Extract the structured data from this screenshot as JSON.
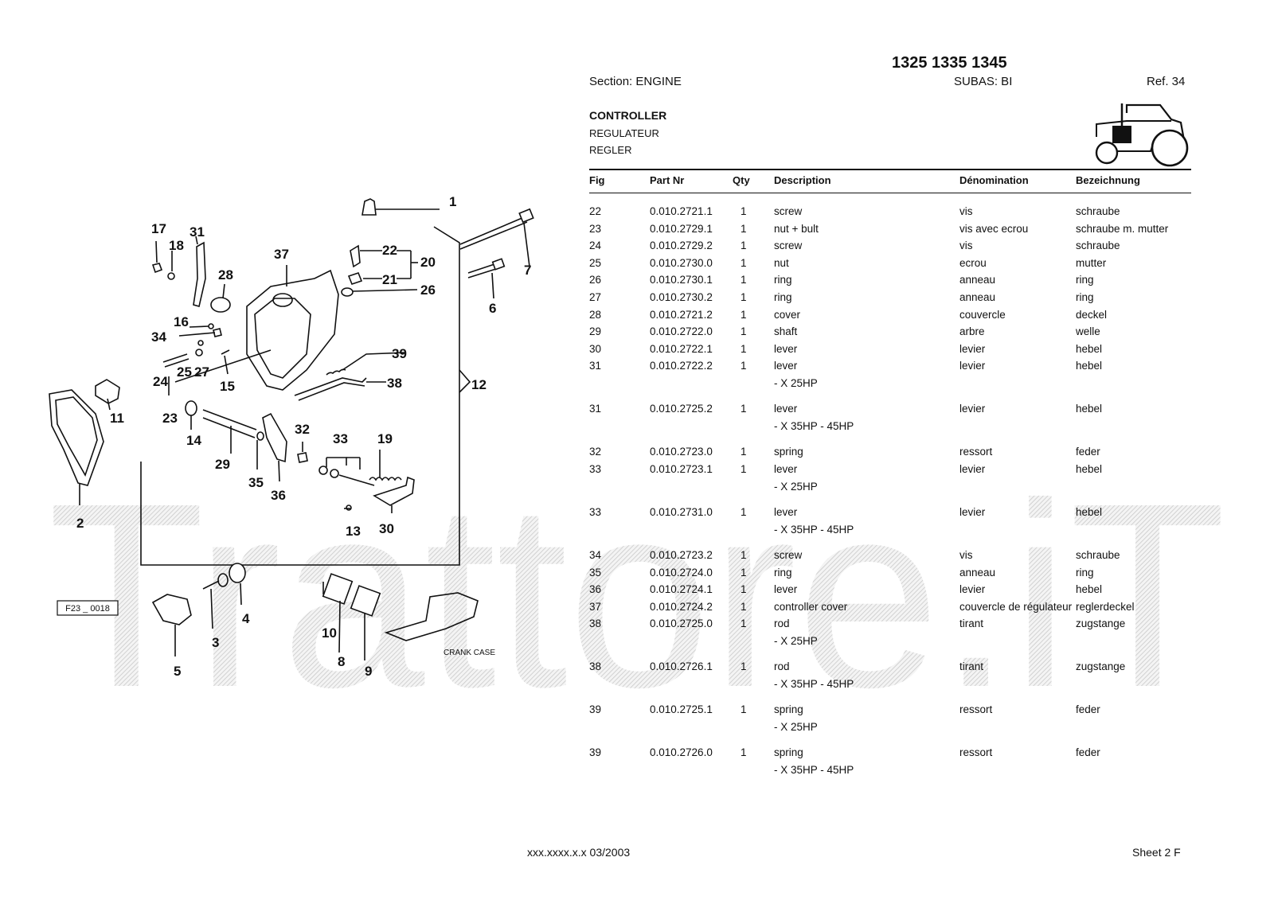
{
  "watermark_text": "Trattore.iT",
  "header": {
    "models": "1325 1335 1345",
    "section": "Section: ENGINE",
    "subas": "SUBAS: BI",
    "ref": "Ref. 34"
  },
  "title": {
    "en": "CONTROLLER",
    "fr": "REGULATEUR",
    "de": "REGLER"
  },
  "columns": {
    "fig": "Fig",
    "part": "Part Nr",
    "qty": "Qty",
    "desc": "Description",
    "denom": "Dénomination",
    "bez": "Bezeichnung"
  },
  "parts": [
    {
      "fig": "22",
      "part": "0.010.2721.1",
      "qty": "1",
      "desc": "screw",
      "denom": "vis",
      "bez": "schraube",
      "note": ""
    },
    {
      "fig": "23",
      "part": "0.010.2729.1",
      "qty": "1",
      "desc": "nut + bult",
      "denom": "vis avec ecrou",
      "bez": "schraube m. mutter",
      "note": ""
    },
    {
      "fig": "24",
      "part": "0.010.2729.2",
      "qty": "1",
      "desc": "screw",
      "denom": "vis",
      "bez": "schraube",
      "note": ""
    },
    {
      "fig": "25",
      "part": "0.010.2730.0",
      "qty": "1",
      "desc": "nut",
      "denom": "ecrou",
      "bez": "mutter",
      "note": ""
    },
    {
      "fig": "26",
      "part": "0.010.2730.1",
      "qty": "1",
      "desc": "ring",
      "denom": "anneau",
      "bez": "ring",
      "note": ""
    },
    {
      "fig": "27",
      "part": "0.010.2730.2",
      "qty": "1",
      "desc": "ring",
      "denom": "anneau",
      "bez": "ring",
      "note": ""
    },
    {
      "fig": "28",
      "part": "0.010.2721.2",
      "qty": "1",
      "desc": "cover",
      "denom": "couvercle",
      "bez": "deckel",
      "note": ""
    },
    {
      "fig": "29",
      "part": "0.010.2722.0",
      "qty": "1",
      "desc": "shaft",
      "denom": "arbre",
      "bez": "welle",
      "note": ""
    },
    {
      "fig": "30",
      "part": "0.010.2722.1",
      "qty": "1",
      "desc": "lever",
      "denom": "levier",
      "bez": "hebel",
      "note": ""
    },
    {
      "fig": "31",
      "part": "0.010.2722.2",
      "qty": "1",
      "desc": "lever",
      "denom": "levier",
      "bez": "hebel",
      "note": "- X 25HP"
    },
    {
      "fig": "31",
      "part": "0.010.2725.2",
      "qty": "1",
      "desc": "lever",
      "denom": "levier",
      "bez": "hebel",
      "note": "- X 35HP - 45HP"
    },
    {
      "fig": "32",
      "part": "0.010.2723.0",
      "qty": "1",
      "desc": "spring",
      "denom": "ressort",
      "bez": "feder",
      "note": ""
    },
    {
      "fig": "33",
      "part": "0.010.2723.1",
      "qty": "1",
      "desc": "lever",
      "denom": "levier",
      "bez": "hebel",
      "note": "- X 25HP"
    },
    {
      "fig": "33",
      "part": "0.010.2731.0",
      "qty": "1",
      "desc": "lever",
      "denom": "levier",
      "bez": "hebel",
      "note": "- X 35HP - 45HP"
    },
    {
      "fig": "34",
      "part": "0.010.2723.2",
      "qty": "1",
      "desc": "screw",
      "denom": "vis",
      "bez": "schraube",
      "note": ""
    },
    {
      "fig": "35",
      "part": "0.010.2724.0",
      "qty": "1",
      "desc": "ring",
      "denom": "anneau",
      "bez": "ring",
      "note": ""
    },
    {
      "fig": "36",
      "part": "0.010.2724.1",
      "qty": "1",
      "desc": "lever",
      "denom": "levier",
      "bez": "hebel",
      "note": ""
    },
    {
      "fig": "37",
      "part": "0.010.2724.2",
      "qty": "1",
      "desc": "controller cover",
      "denom": "couvercle de régulateur",
      "bez": "reglerdeckel",
      "note": ""
    },
    {
      "fig": "38",
      "part": "0.010.2725.0",
      "qty": "1",
      "desc": "rod",
      "denom": "tirant",
      "bez": "zugstange",
      "note": "- X 25HP"
    },
    {
      "fig": "38",
      "part": "0.010.2726.1",
      "qty": "1",
      "desc": "rod",
      "denom": "tirant",
      "bez": "zugstange",
      "note": "- X 35HP - 45HP"
    },
    {
      "fig": "39",
      "part": "0.010.2725.1",
      "qty": "1",
      "desc": "spring",
      "denom": "ressort",
      "bez": "feder",
      "note": "- X 25HP"
    },
    {
      "fig": "39",
      "part": "0.010.2726.0",
      "qty": "1",
      "desc": "spring",
      "denom": "ressort",
      "bez": "feder",
      "note": "- X 35HP - 45HP"
    }
  ],
  "diagram": {
    "code": "F23 _ 0018",
    "crank_case": "CRANK CASE",
    "labels": [
      "1",
      "2",
      "3",
      "4",
      "5",
      "6",
      "7",
      "8",
      "9",
      "10",
      "11",
      "12",
      "13",
      "14",
      "15",
      "16",
      "17",
      "18",
      "19",
      "20",
      "21",
      "22",
      "23",
      "24",
      "25",
      "26",
      "27",
      "28",
      "29",
      "30",
      "31",
      "32",
      "33",
      "34",
      "35",
      "36",
      "37",
      "38",
      "39"
    ]
  },
  "footer": {
    "code": "xxx.xxxx.x.x  03/2003",
    "sheet": "Sheet 2 F"
  }
}
